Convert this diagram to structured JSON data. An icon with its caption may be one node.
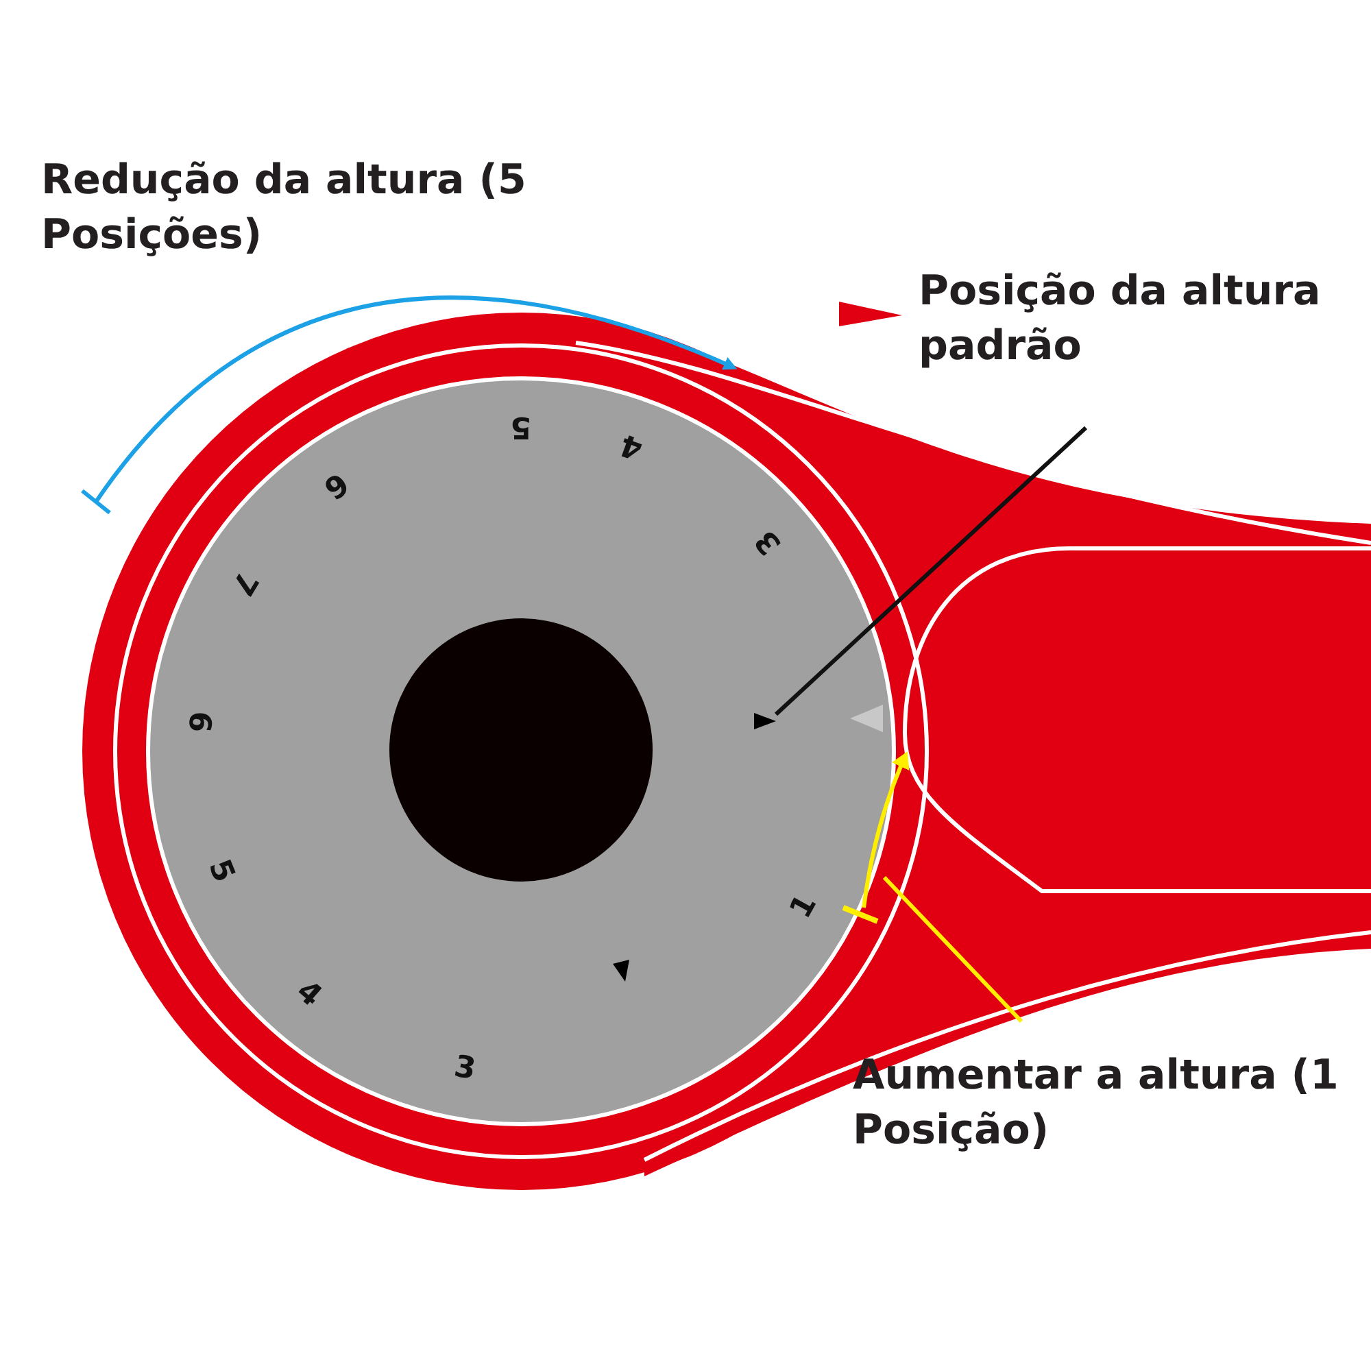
{
  "diagram": {
    "nodes": [
      {
        "text": [
          "Redução da altura (5 Posições)"
        ]
      },
      {
        "text": [
          "Posição da altura padrão"
        ]
      },
      {
        "text": [],
        "shape": "triangle"
      },
      {
        "text": [
          "Aumentar a altura (1 Posição)"
        ]
      }
    ],
    "edges": [
      {
        "from": 1,
        "to": 2,
        "arrow": "none"
      },
      {
        "from": 3,
        "to": null,
        "arrow": "none",
        "color": "#ffee00"
      }
    ],
    "labels": [
      "5",
      "4",
      "3",
      "1",
      "3",
      "4",
      "5",
      "6",
      "7",
      "6"
    ]
  }
}
